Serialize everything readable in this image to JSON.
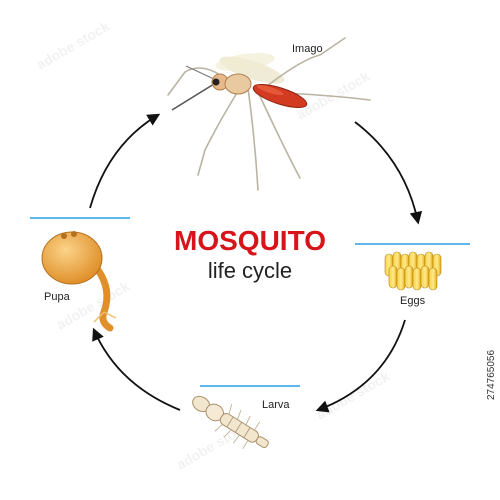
{
  "title": {
    "main": "MOSQUITO",
    "sub": "life cycle"
  },
  "stages": [
    {
      "id": "imago",
      "label": "Imago"
    },
    {
      "id": "eggs",
      "label": "Eggs"
    },
    {
      "id": "larva",
      "label": "Larva"
    },
    {
      "id": "pupa",
      "label": "Pupa"
    }
  ],
  "stock_id": "274765056",
  "watermark": "adobe stock",
  "colors": {
    "title_red": "#d7141a",
    "arrow": "#111111",
    "water": "#5fb6e8",
    "egg": "#f4c430",
    "pupa": "#f0a93e",
    "mosquito_abdomen": "#d23a22"
  }
}
